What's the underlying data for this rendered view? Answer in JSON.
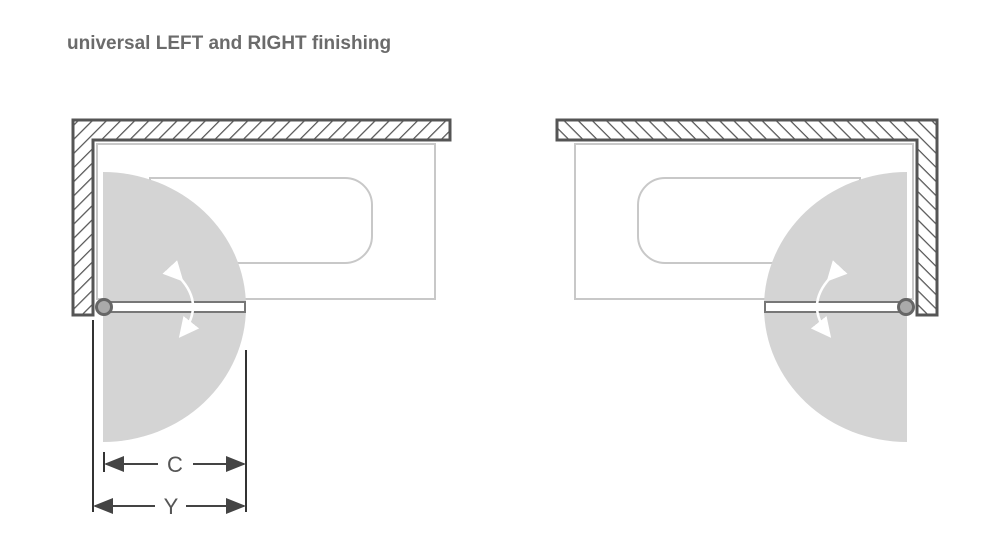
{
  "title": "universal LEFT and RIGHT finishing",
  "diagrams": [
    {
      "variant": "left"
    },
    {
      "variant": "right"
    }
  ],
  "dimensions": {
    "c_label": "C",
    "y_label": "Y"
  },
  "colors": {
    "wall": "#555555",
    "bath": "#cccccc",
    "door": "#d4d4d4",
    "text": "#6b6b6b"
  }
}
